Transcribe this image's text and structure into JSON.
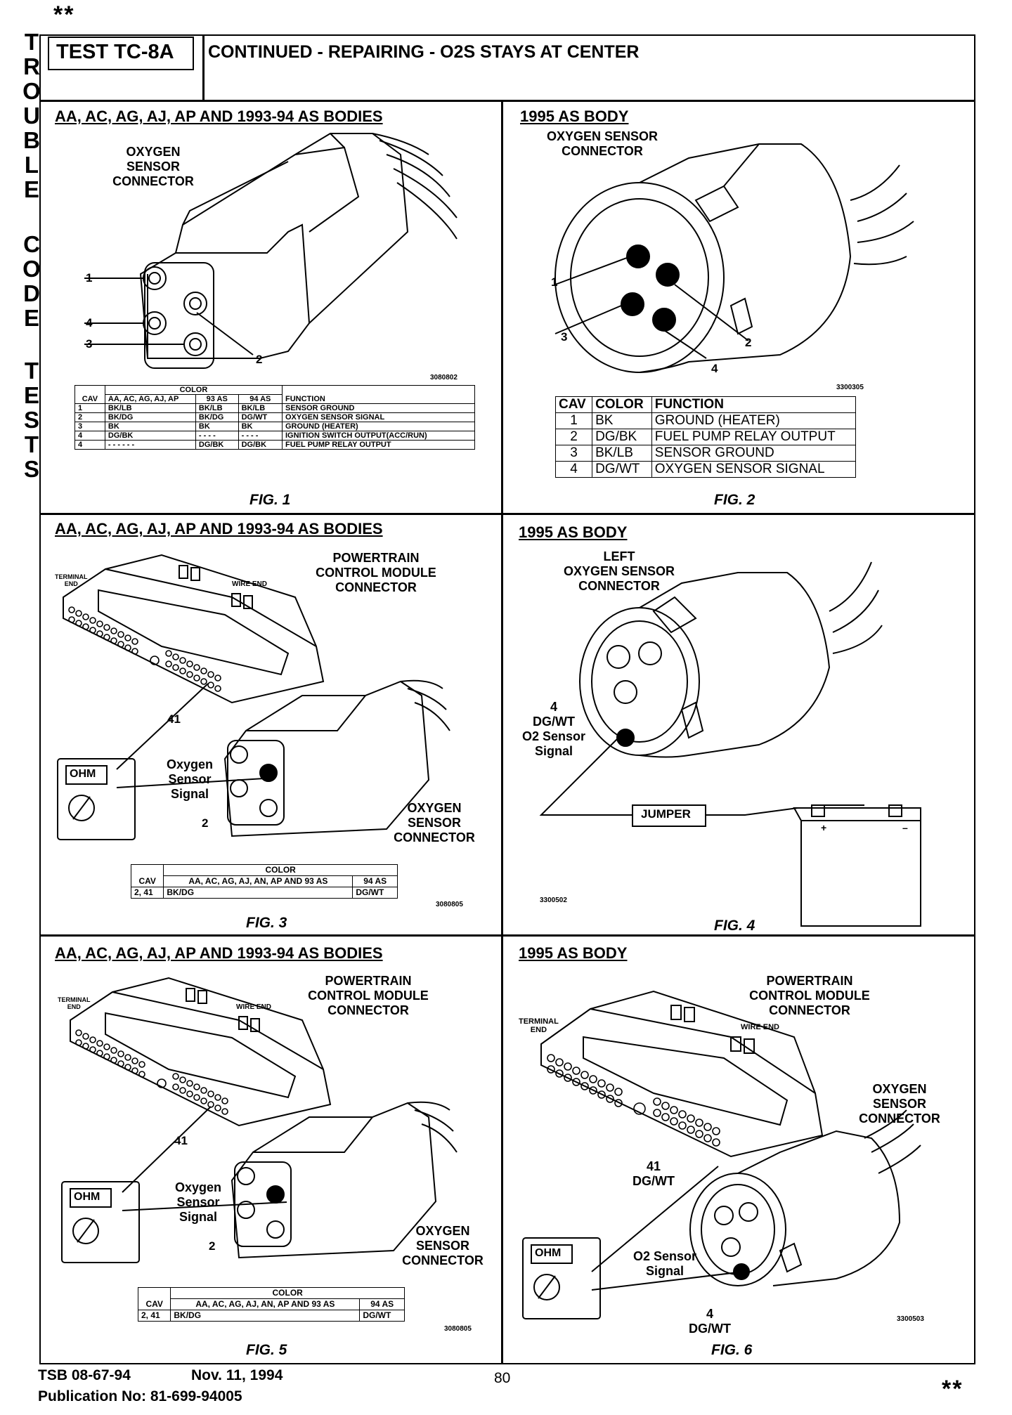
{
  "marker": "**",
  "side_text": [
    "TROUBLE",
    "CODE",
    "TESTS"
  ],
  "header": {
    "test_id": "TEST TC-8A",
    "title": "CONTINUED - REPAIRING - O2S STAYS AT CENTER"
  },
  "panels": {
    "p1": {
      "title": "AA, AC, AG, AJ, AP AND 1993-94 AS BODIES",
      "callout": "OXYGEN\nSENSOR\nCONNECTOR",
      "pins": [
        "1",
        "4",
        "3",
        "2"
      ],
      "code": "3080802",
      "table": {
        "group_header": "COLOR",
        "headers": [
          "CAV",
          "AA, AC, AG, AJ, AP",
          "93 AS",
          "94 AS",
          "FUNCTION"
        ],
        "rows": [
          [
            "1",
            "BK/LB",
            "BK/LB",
            "BK/LB",
            "SENSOR GROUND"
          ],
          [
            "2",
            "BK/DG",
            "BK/DG",
            "DG/WT",
            "OXYGEN SENSOR SIGNAL"
          ],
          [
            "3",
            "BK",
            "BK",
            "BK",
            "GROUND (HEATER)"
          ],
          [
            "4",
            "DG/BK",
            "- - - -",
            "- - - -",
            "IGNITION SWITCH OUTPUT(ACC/RUN)"
          ],
          [
            "4",
            "- - - - - -",
            "DG/BK",
            "DG/BK",
            "FUEL PUMP RELAY OUTPUT"
          ]
        ]
      },
      "figure": "FIG. 1"
    },
    "p2": {
      "title": "1995 AS BODY",
      "callout": "OXYGEN SENSOR\nCONNECTOR",
      "pins": [
        "1",
        "3",
        "2",
        "4"
      ],
      "code": "3300305",
      "table": {
        "headers": [
          "CAV",
          "COLOR",
          "FUNCTION"
        ],
        "rows": [
          [
            "1",
            "BK",
            "GROUND (HEATER)"
          ],
          [
            "2",
            "DG/BK",
            "FUEL PUMP RELAY OUTPUT"
          ],
          [
            "3",
            "BK/LB",
            "SENSOR GROUND"
          ],
          [
            "4",
            "DG/WT",
            "OXYGEN SENSOR SIGNAL"
          ]
        ]
      },
      "figure": "FIG. 2"
    },
    "p3": {
      "title": "AA, AC, AG, AJ, AP AND 1993-94 AS BODIES",
      "pcm_callout": "POWERTRAIN\nCONTROL MODULE\nCONNECTOR",
      "terminal_end": "TERMINAL\nEND",
      "wire_end": "WIRE END",
      "pin_41": "41",
      "meter": "OHM",
      "signal": "Oxygen\nSensor\nSignal",
      "pin_2": "2",
      "o2_callout": "OXYGEN\nSENSOR\nCONNECTOR",
      "table": {
        "group_header": "COLOR",
        "headers": [
          "CAV",
          "AA, AC, AG, AJ, AN, AP AND 93 AS",
          "94 AS"
        ],
        "rows": [
          [
            "2, 41",
            "BK/DG",
            "DG/WT"
          ]
        ]
      },
      "code": "3080805",
      "figure": "FIG. 3"
    },
    "p4": {
      "title": "1995 AS BODY",
      "callout": "LEFT\nOXYGEN SENSOR\nCONNECTOR",
      "signal": "4\nDG/WT\nO2 Sensor\nSignal",
      "jumper": "JUMPER",
      "plus": "+",
      "minus": "–",
      "code": "3300502",
      "figure": "FIG. 4"
    },
    "p5": {
      "title": "AA, AC, AG, AJ, AP AND 1993-94 AS BODIES",
      "pcm_callout": "POWERTRAIN\nCONTROL MODULE\nCONNECTOR",
      "terminal_end": "TERMINAL\nEND",
      "wire_end": "WIRE END",
      "pin_41": "41",
      "meter": "OHM",
      "signal": "Oxygen\nSensor\nSignal",
      "pin_2": "2",
      "o2_callout": "OXYGEN\nSENSOR\nCONNECTOR",
      "table": {
        "group_header": "COLOR",
        "headers": [
          "CAV",
          "AA, AC, AG, AJ, AN, AP AND 93 AS",
          "94 AS"
        ],
        "rows": [
          [
            "2, 41",
            "BK/DG",
            "DG/WT"
          ]
        ]
      },
      "code": "3080805",
      "figure": "FIG. 5"
    },
    "p6": {
      "title": "1995 AS BODY",
      "pcm_callout": "POWERTRAIN\nCONTROL MODULE\nCONNECTOR",
      "terminal_end": "TERMINAL\nEND",
      "wire_end": "WIRE END",
      "o2_callout": "OXYGEN\nSENSOR\nCONNECTOR",
      "pin_41": "41\nDG/WT",
      "meter": "OHM",
      "signal": "O2 Sensor\nSignal",
      "pin_4": "4\nDG/WT",
      "code": "3300503",
      "figure": "FIG. 6"
    }
  },
  "footer": {
    "tsb": "TSB 08-67-94",
    "date": "Nov. 11, 1994",
    "publication": "Publication No:  81-699-94005",
    "page": "80"
  }
}
